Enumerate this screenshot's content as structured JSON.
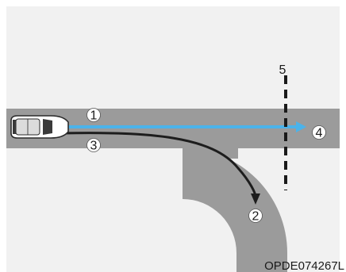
{
  "diagram": {
    "markers": [
      {
        "id": "1",
        "label": "1"
      },
      {
        "id": "2",
        "label": "2"
      },
      {
        "id": "3",
        "label": "3"
      },
      {
        "id": "4",
        "label": "4"
      },
      {
        "id": "5",
        "label": "5"
      }
    ],
    "image_code": "OPDE074267L",
    "colors": {
      "background": "#f1f1f1",
      "road": "#9b9b9b",
      "straight_path": "#4bb3ea",
      "turn_path": "#1d1d1d",
      "detection_line": "#1a1a1a",
      "marker_fill": "#ffffff"
    }
  }
}
